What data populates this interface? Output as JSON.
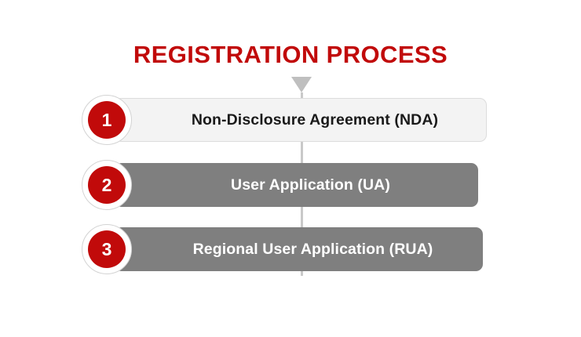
{
  "diagram": {
    "title": "REGISTRATION PROCESS",
    "arrow_icon": "triangle-down-icon",
    "colors": {
      "accent_red": "#C10A0A",
      "bar_gray": "#7F7F7F",
      "bar_light": "#F3F3F3",
      "connector_gray": "#C9C9C9",
      "arrow_gray": "#BFBFBF",
      "text_dark": "#1A1A1A",
      "text_light": "#FFFFFF",
      "background": "#FFFFFF"
    },
    "steps": [
      {
        "number": "1",
        "label": "Non-Disclosure Agreement (NDA)",
        "style": "light"
      },
      {
        "number": "2",
        "label": "User Application (UA)",
        "style": "gray"
      },
      {
        "number": "3",
        "label": "Regional User Application (RUA)",
        "style": "gray"
      }
    ]
  }
}
